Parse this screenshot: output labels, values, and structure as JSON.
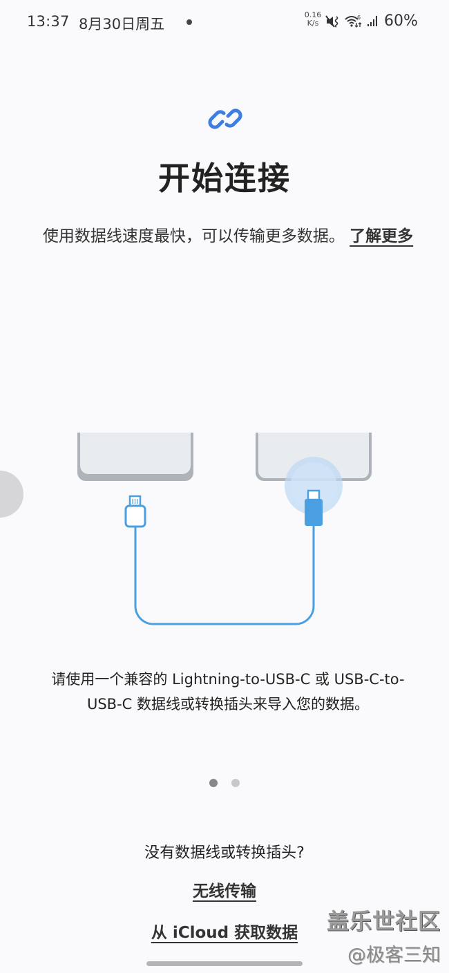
{
  "status_bar": {
    "time": "13:37",
    "date": "8月30日周五",
    "net_speed_value": "0.16",
    "net_speed_unit": "K/s",
    "icons": [
      "mute-vibrate-icon",
      "wifi-6-icon",
      "signal-icon"
    ],
    "battery": "60%"
  },
  "header": {
    "icon": "link-icon",
    "title": "开始连接"
  },
  "description": {
    "text": "使用数据线速度最快，可以传输更多数据。",
    "learn_more": "了解更多"
  },
  "illustration": {
    "left_connector": "Lightning",
    "right_connector": "USB-C",
    "cable_color": "#4a9fe0",
    "highlight_color": "#bcd9f5"
  },
  "instructions": {
    "text": "请使用一个兼容的 Lightning-to-USB-C 或 USB-C-to-USB-C 数据线或转换插头来导入您的数据。"
  },
  "pager": {
    "total": 2,
    "active": 1
  },
  "footer": {
    "no_cable_prompt": "没有数据线或转换插头?",
    "wireless_label": "无线传输",
    "icloud_label": "从 iCloud 获取数据"
  },
  "watermark": {
    "line1": "盖乐世社区",
    "line2": "@极客三知"
  },
  "colors": {
    "accent": "#3d7ee0",
    "background": "#fafafc"
  }
}
